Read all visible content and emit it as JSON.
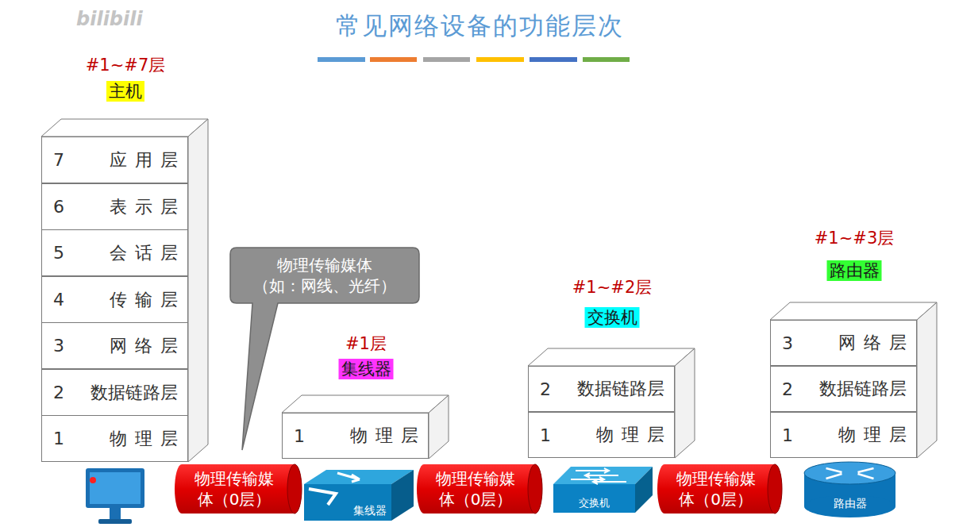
{
  "diagram": {
    "title": "常见网络设备的功能层次",
    "nodes": [
      {
        "text": [
          "#1~#7层",
          "主机"
        ]
      },
      {
        "text": [
          "7",
          "应用层"
        ],
        "in": 0
      },
      {
        "text": [
          "6",
          "表示层"
        ],
        "in": 0
      },
      {
        "text": [
          "5",
          "会话层"
        ],
        "in": 0
      },
      {
        "text": [
          "4",
          "传输层"
        ],
        "in": 0
      },
      {
        "text": [
          "3",
          "网络层"
        ],
        "in": 0
      },
      {
        "text": [
          "2",
          "数据链路层"
        ],
        "in": 0
      },
      {
        "text": [
          "1",
          "物理层"
        ],
        "in": 0
      },
      {
        "text": [
          "物理传输媒体 （如：网线、光纤）"
        ]
      },
      {
        "text": [
          "#1层",
          "集线器"
        ]
      },
      {
        "text": [
          "1",
          "物理层"
        ],
        "in": 9
      },
      {
        "text": [
          "#1~#2层",
          "交换机"
        ]
      },
      {
        "text": [
          "2",
          "数据链路层"
        ],
        "in": 11
      },
      {
        "text": [
          "1",
          "物理层"
        ],
        "in": 11
      },
      {
        "text": [
          "#1~#3层",
          "路由器"
        ]
      },
      {
        "text": [
          "3",
          "网络层"
        ],
        "in": 14
      },
      {
        "text": [
          "2",
          "数据链路层"
        ],
        "in": 14
      },
      {
        "text": [
          "1",
          "物理层"
        ],
        "in": 14
      },
      {
        "text": [
          "物理传输媒 体（0层）"
        ]
      },
      {
        "text": [
          "集线器"
        ]
      },
      {
        "text": [
          "物理传输媒 体（0层）"
        ]
      },
      {
        "text": [
          "交换机"
        ]
      },
      {
        "text": [
          "物理传输媒 体（0层）"
        ]
      },
      {
        "text": [
          "路由器"
        ]
      }
    ],
    "labels": [
      "bilibili"
    ]
  }
}
